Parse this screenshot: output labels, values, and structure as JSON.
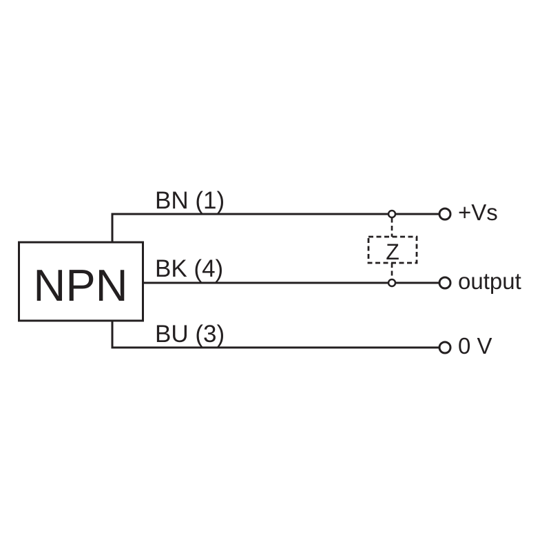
{
  "diagram": {
    "device_label": "NPN",
    "load_label": "Z",
    "wires": [
      {
        "label": "BN (1)",
        "terminal_label": "+Vs"
      },
      {
        "label": "BK (4)",
        "terminal_label": "output"
      },
      {
        "label": "BU (3)",
        "terminal_label": "0 V"
      }
    ],
    "colors": {
      "line": "#231f20",
      "background": "#ffffff"
    }
  }
}
